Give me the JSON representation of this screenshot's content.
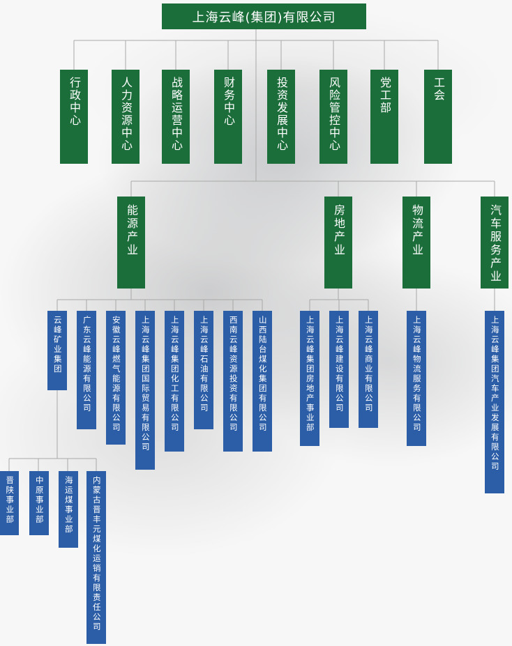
{
  "root": {
    "label": "上海云峰(集团)有限公司"
  },
  "departments": [
    {
      "label": "行政中心"
    },
    {
      "label": "人力资源中心"
    },
    {
      "label": "战略运营中心"
    },
    {
      "label": "财务中心"
    },
    {
      "label": "投资发展中心"
    },
    {
      "label": "风险管控中心"
    },
    {
      "label": "党工部"
    },
    {
      "label": "工会"
    }
  ],
  "industries": [
    {
      "label": "能源产业"
    },
    {
      "label": "房地产业"
    },
    {
      "label": "物流产业"
    },
    {
      "label": "汽车服务产业"
    }
  ],
  "energy_companies": [
    {
      "label": "云峰矿业集团"
    },
    {
      "label": "广东云峰能源有限公司"
    },
    {
      "label": "安徽云峰燃气能源有限公司"
    },
    {
      "label": "上海云峰集团国际贸易有限公司"
    },
    {
      "label": "上海云峰集团化工有限公司"
    },
    {
      "label": "上海云峰石油有限公司"
    },
    {
      "label": "西南云峰资源投资有限公司"
    },
    {
      "label": "山西陆台煤化集团有限公司"
    }
  ],
  "mining_divisions": [
    {
      "label": "晋陕事业部"
    },
    {
      "label": "中原事业部"
    },
    {
      "label": "海运煤事业部"
    },
    {
      "label": "内蒙古晋丰元煤化运销有限责任公司"
    }
  ],
  "realestate_companies": [
    {
      "label": "上海云峰集团房地产事业部"
    },
    {
      "label": "上海云峰建设有限公司"
    },
    {
      "label": "上海云峰商业有限公司"
    }
  ],
  "logistics_companies": [
    {
      "label": "上海云峰物流服务有限公司"
    }
  ],
  "auto_companies": [
    {
      "label": "上海云峰集团汽车产业发展有限公司"
    }
  ]
}
